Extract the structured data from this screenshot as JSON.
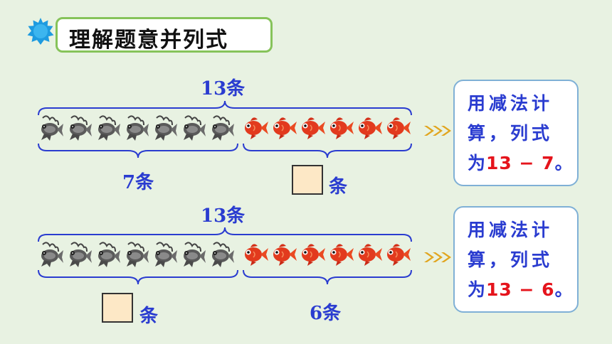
{
  "title": "理解题意并列式",
  "colors": {
    "label": "#2a3cd0",
    "accent": "#e5141c",
    "card_border": "#7fb0d6",
    "title_border": "#86c35a",
    "background": "#e8f2e2"
  },
  "rows": [
    {
      "total_label": "13条",
      "left_label": "7条",
      "right_label": "条",
      "black_fish_count": 7,
      "red_fish_count": 6,
      "card": {
        "line1": "用减法计",
        "line2": "算，列式",
        "line3_prefix": "为",
        "expression": "13 − 7",
        "line3_suffix": "。"
      }
    },
    {
      "total_label": "13条",
      "left_label": "条",
      "right_label": "6条",
      "black_fish_count": 7,
      "red_fish_count": 6,
      "card": {
        "line1": "用减法计",
        "line2": "算，列式",
        "line3_prefix": "为",
        "expression": "13 − 6",
        "line3_suffix": "。"
      }
    }
  ]
}
